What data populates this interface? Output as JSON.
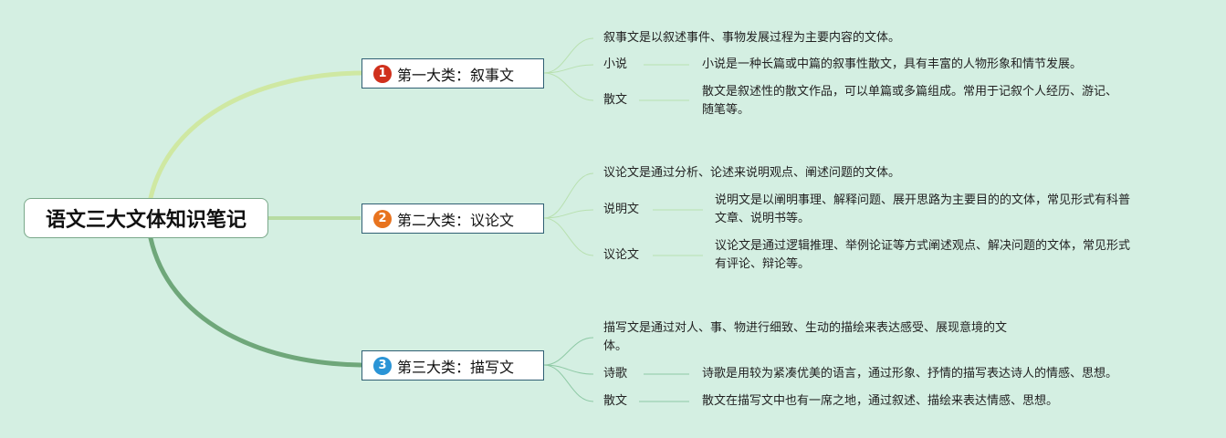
{
  "root": {
    "title": "语文三大文体知识笔记"
  },
  "categories": [
    {
      "badge": "1",
      "label": "第一大类：叙事文",
      "color": "#d0301c",
      "definition": "叙事文是以叙述事件、事物发展过程为主要内容的文体。",
      "items": [
        {
          "name": "小说",
          "desc": "小说是一种长篇或中篇的叙事性散文，具有丰富的人物形象和情节发展。"
        },
        {
          "name": "散文",
          "desc_lines": [
            "散文是叙述性的散文作品，可以单篇或多篇组成。常用于记叙个人经历、游记、",
            "随笔等。"
          ]
        }
      ]
    },
    {
      "badge": "2",
      "label": "第二大类：议论文",
      "color": "#e8731e",
      "definition": "议论文是通过分析、论述来说明观点、阐述问题的文体。",
      "items": [
        {
          "name": "说明文",
          "desc_lines": [
            "说明文是以阐明事理、解释问题、展开思路为主要目的的文体，常见形式有科普",
            "文章、说明书等。"
          ]
        },
        {
          "name": "议论文",
          "desc_lines": [
            "议论文是通过逻辑推理、举例论证等方式阐述观点、解决问题的文体，常见形式",
            "有评论、辩论等。"
          ]
        }
      ]
    },
    {
      "badge": "3",
      "label": "第三大类：描写文",
      "color": "#2a94d6",
      "definition_lines": [
        "描写文是通过对人、事、物进行细致、生动的描绘来表达感受、展现意境的文",
        "体。"
      ],
      "items": [
        {
          "name": "诗歌",
          "desc": "诗歌是用较为紧凑优美的语言，通过形象、抒情的描写表达诗人的情感、思想。"
        },
        {
          "name": "散文",
          "desc": "散文在描写文中也有一席之地，通过叙述、描绘来表达情感、思想。"
        }
      ]
    }
  ]
}
